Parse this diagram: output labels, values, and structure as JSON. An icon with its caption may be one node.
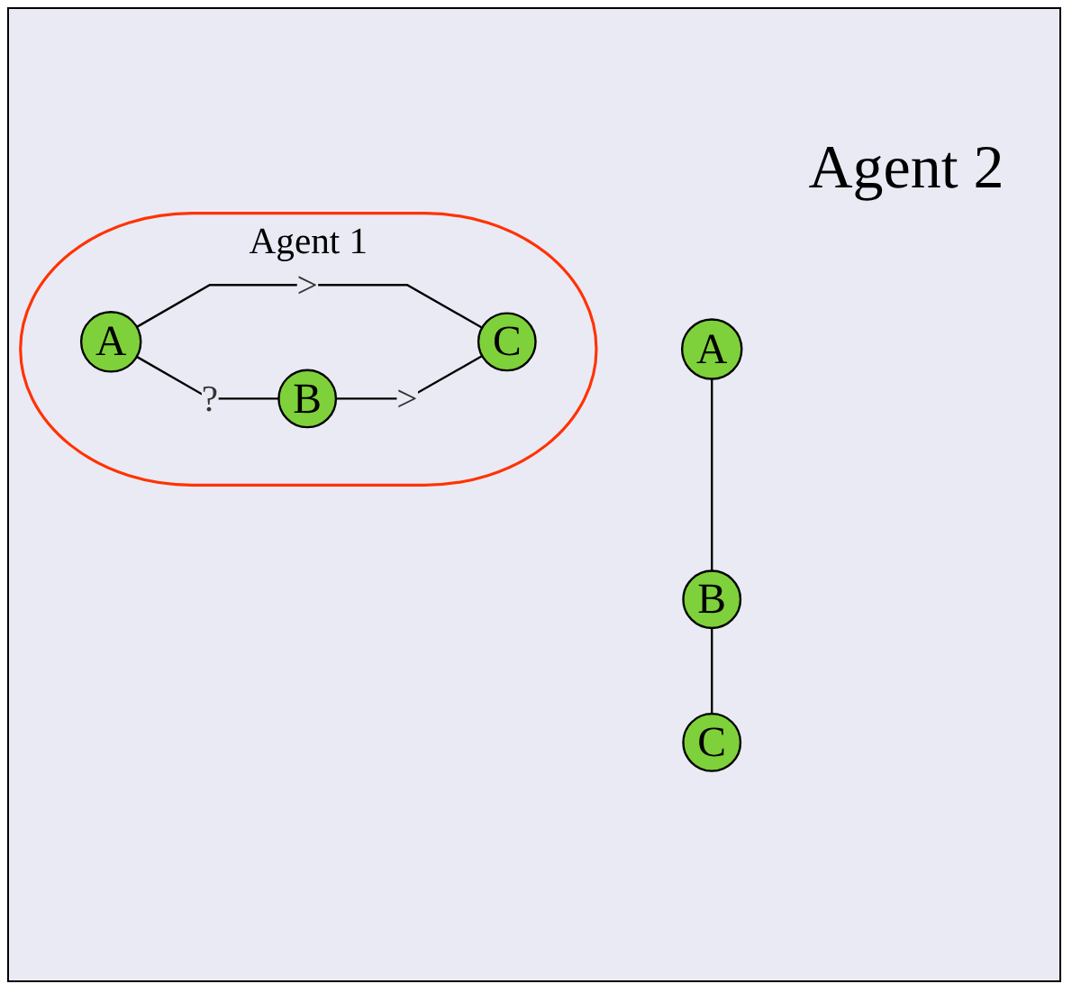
{
  "diagram": {
    "nodes": [
      {
        "text": [
          "Agent 1"
        ]
      },
      {
        "text": [
          "A"
        ],
        "in": 0
      },
      {
        "text": [
          "B"
        ],
        "in": 0
      },
      {
        "text": [
          "C"
        ],
        "in": 0
      },
      {
        "text": [
          "A"
        ]
      },
      {
        "text": [
          "B"
        ]
      },
      {
        "text": [
          "C"
        ]
      }
    ],
    "edges": [
      {
        "from": 1,
        "to": 2,
        "arrow": "none",
        "label": "?"
      },
      {
        "from": 1,
        "to": 3,
        "arrow": "none",
        "label": ">"
      },
      {
        "from": 2,
        "to": 3,
        "arrow": "none",
        "label": ">"
      },
      {
        "from": 4,
        "to": 5,
        "arrow": "none"
      },
      {
        "from": 5,
        "to": 6,
        "arrow": "none"
      }
    ],
    "labels": [
      "Agent 2"
    ]
  }
}
